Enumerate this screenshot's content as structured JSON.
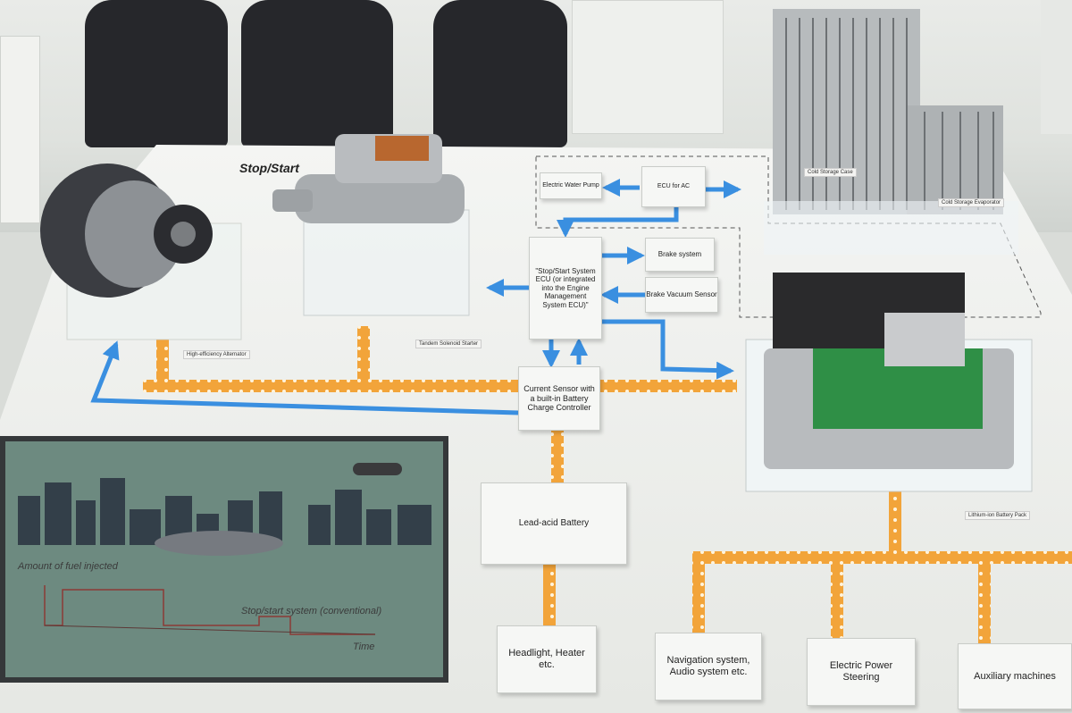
{
  "exhibit": {
    "title": "Stop/Start",
    "tags": {
      "alternator": "High-efficiency Alternator",
      "starter": "Tandem Solenoid Starter",
      "lithium_battery": "Lithium-ion Battery Pack",
      "evaporator_case": "Cold Storage Case",
      "evaporator": "Cold Storage Evaporator"
    },
    "cards": {
      "water_pump": "Electric Water Pump",
      "ecu_ac": "ECU for AC",
      "ecu_main": "\"Stop/Start System ECU (or integrated into the Engine Management System ECU)\"",
      "brake_system": "Brake system",
      "brake_vacuum": "Brake Vacuum Sensor",
      "current_sensor": "Current Sensor with a built-in Battery Charge Controller",
      "lead_acid": "Lead-acid Battery",
      "headlight": "Headlight, Heater etc.",
      "navigation": "Navigation system, Audio system etc.",
      "power_steering": "Electric Power Steering",
      "auxiliary": "Auxiliary machines"
    }
  },
  "screen": {
    "y_label": "Amount of fuel injected",
    "series_label": "Stop/start system (conventional)",
    "x_label": "Time"
  },
  "colors": {
    "power_line": "#f2a43a",
    "signal_line": "#3a8fe0",
    "screen_bg": "#6d8a80"
  }
}
